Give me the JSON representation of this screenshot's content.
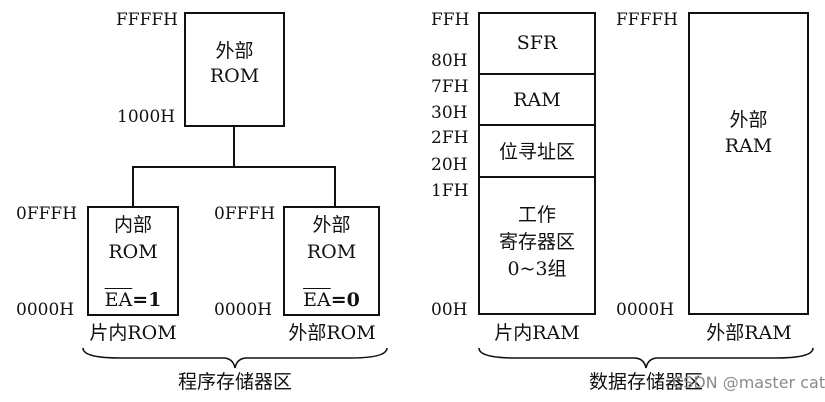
{
  "program_memory": {
    "external_rom": {
      "top_addr": "FFFFH",
      "bottom_addr": "1000H",
      "label_line1": "外部",
      "label_line2": "ROM"
    },
    "internal_rom": {
      "top_addr": "0FFFH",
      "bottom_addr": "0000H",
      "label_line1": "内部",
      "label_line2": "ROM",
      "ea_signal": "EA",
      "ea_value": "=1",
      "caption": "片内ROM"
    },
    "external_rom_low": {
      "top_addr": "0FFFH",
      "bottom_addr": "0000H",
      "label_line1": "外部",
      "label_line2": "ROM",
      "ea_signal": "EA",
      "ea_value": "=0",
      "caption": "外部ROM"
    },
    "group_caption": "程序存储器区"
  },
  "data_memory": {
    "internal_ram": {
      "caption": "片内RAM",
      "segments": [
        {
          "label": "SFR",
          "top_addr": "FFH",
          "bottom_addr": "80H"
        },
        {
          "label": "RAM",
          "top_addr": "7FH",
          "bottom_addr": "30H"
        },
        {
          "label": "位寻址区",
          "top_addr": "2FH",
          "bottom_addr": "20H"
        },
        {
          "label_line1": "工作",
          "label_line2": "寄存器区",
          "label_line3": "0~3组",
          "top_addr": "1FH",
          "bottom_addr": "00H"
        }
      ]
    },
    "external_ram": {
      "top_addr": "FFFFH",
      "bottom_addr": "0000H",
      "label_line1": "外部",
      "label_line2": "RAM",
      "caption": "外部RAM"
    },
    "group_caption": "数据存储器区"
  },
  "watermark": "CSDN @master cat"
}
